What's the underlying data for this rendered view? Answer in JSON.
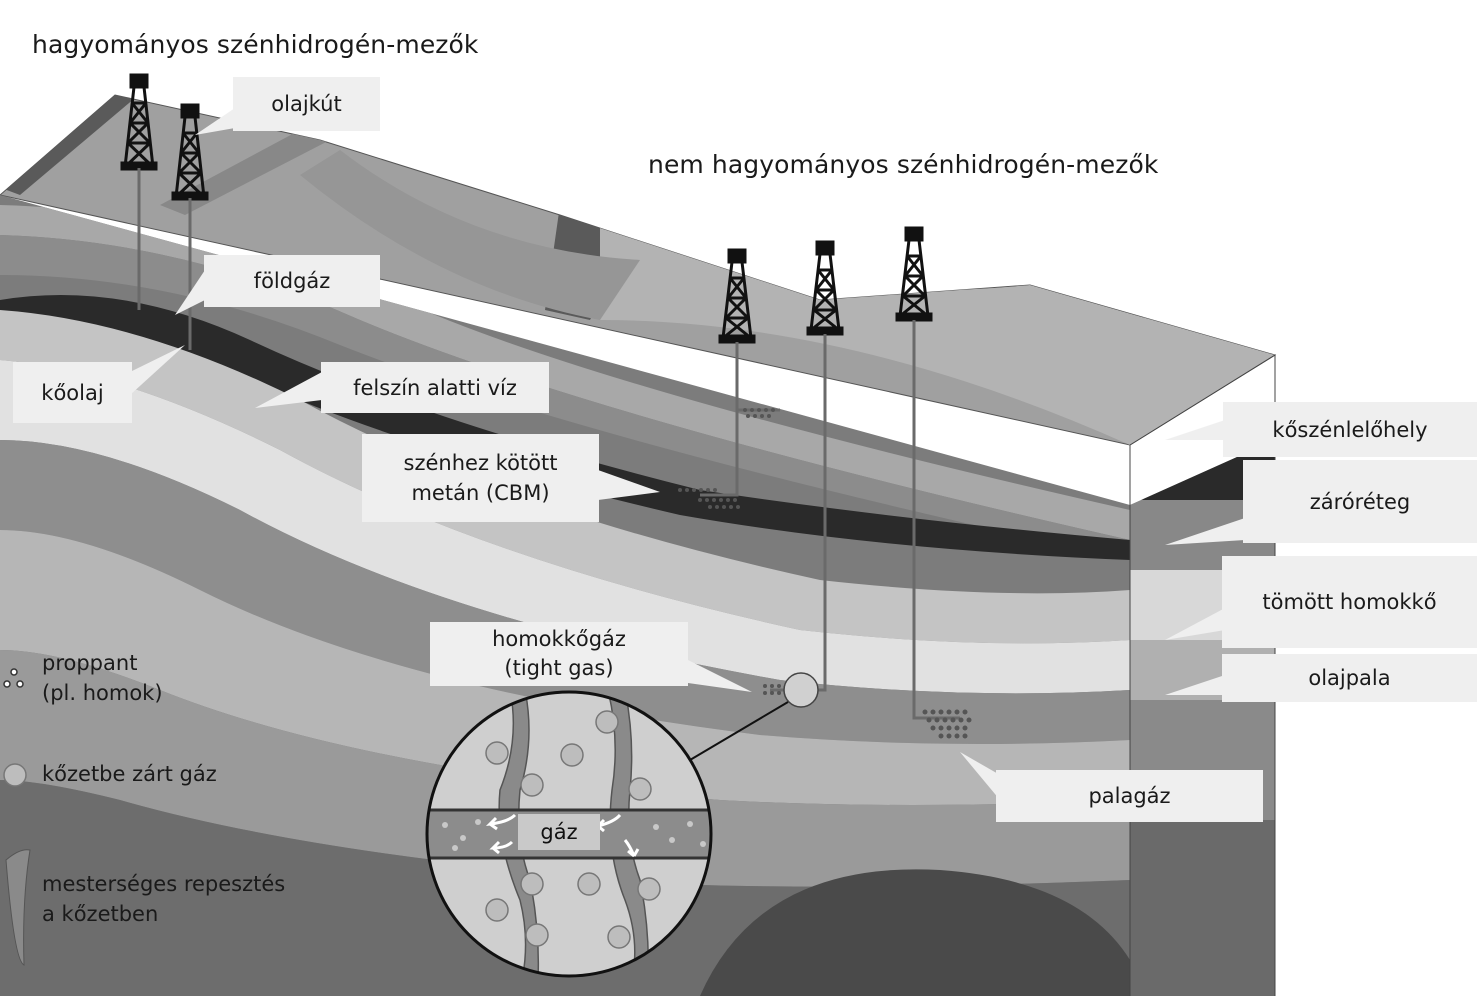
{
  "headings": {
    "conventional": "hagyományos szénhidrogén-mezők",
    "unconventional": "nem hagyományos szénhidrogén-mezők"
  },
  "callouts": {
    "oil_well": "olajkút",
    "natural_gas": "földgáz",
    "crude_oil": "kőolaj",
    "groundwater": "felszín alatti víz",
    "cbm_line1": "szénhez kötött",
    "cbm_line2": "metán (CBM)",
    "coal_seam": "kőszénlelőhely",
    "cap_rock": "záróréteg",
    "tight_sandstone": "tömött homokkő",
    "oil_shale": "olajpala",
    "tight_gas_line1": "homokkőgáz",
    "tight_gas_line2": "(tight gas)",
    "shale_gas": "palagáz"
  },
  "magnifier": {
    "label": "gáz"
  },
  "legend": {
    "proppant_line1": "proppant",
    "proppant_line2": "(pl. homok)",
    "trapped_gas": "kőzetbe zárt gáz",
    "fracture_line1": "mesterséges repesztés",
    "fracture_line2": "a kőzetben"
  }
}
